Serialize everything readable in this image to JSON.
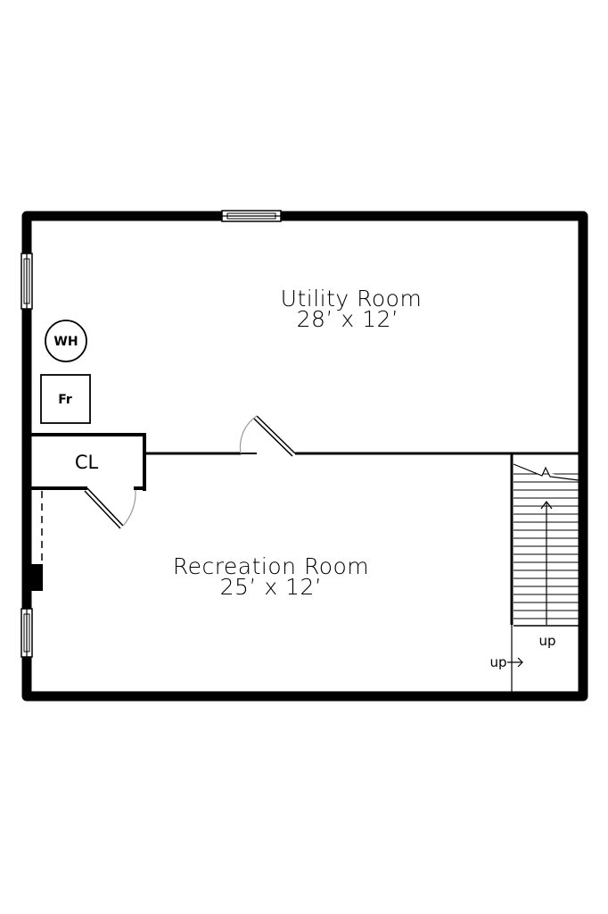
{
  "floor_plan": {
    "rooms": [
      {
        "id": "utility",
        "name": "Utility Room",
        "dimensions": "28’ x 12’"
      },
      {
        "id": "recreation",
        "name": "Recreation Room",
        "dimensions": "25’ x 12’"
      }
    ],
    "closet_label": "CL",
    "fixtures": {
      "water_heater": "WH",
      "furnace": "Fr"
    },
    "stairs_labels": {
      "up_stairs": "up",
      "up_arrow": "up"
    },
    "colors": {
      "wall": "#000000",
      "background": "#ffffff",
      "door_arc": "#9a9a9a"
    }
  }
}
